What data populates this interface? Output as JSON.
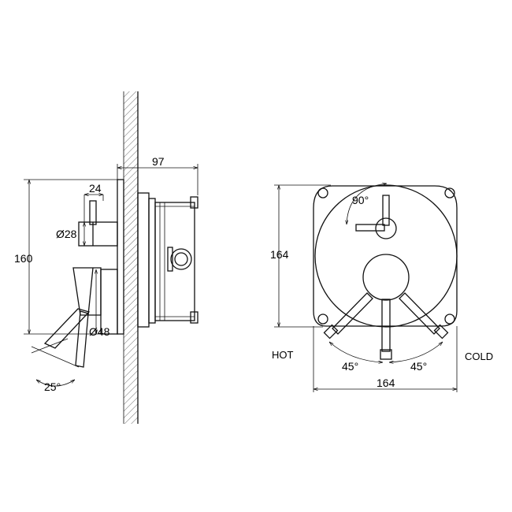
{
  "side_view": {
    "dim_depth": "97",
    "dim_height": "160",
    "dim_small_width": "24",
    "dim_diameter_small": "Ø28",
    "dim_diameter_large": "Ø48",
    "dim_angle": "25°"
  },
  "front_view": {
    "dim_height": "164",
    "dim_width": "164",
    "dim_top_angle": "90°",
    "dim_left_angle": "45°",
    "dim_right_angle": "45°",
    "label_hot": "HOT",
    "label_cold": "COLD"
  }
}
